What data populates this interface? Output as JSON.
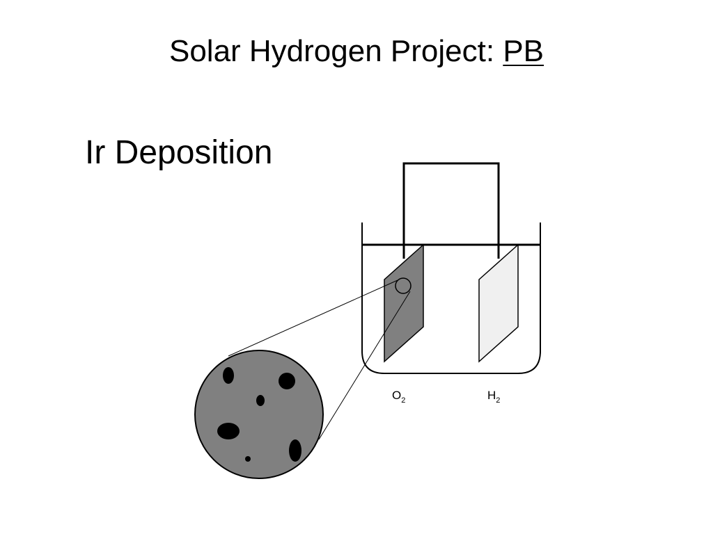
{
  "slide": {
    "title_prefix": "Solar Hydrogen Project: ",
    "title_link": "PB",
    "subtitle": "Ir Deposition"
  },
  "diagram": {
    "anode_label": {
      "base": "O",
      "subscript": "2"
    },
    "cathode_label": {
      "base": "H",
      "subscript": "2"
    },
    "colors": {
      "anode_fill": "#808080",
      "cathode_fill": "#f0f0f0",
      "zoom_fill": "#808080",
      "particles": "#000000",
      "outline": "#000000"
    }
  }
}
